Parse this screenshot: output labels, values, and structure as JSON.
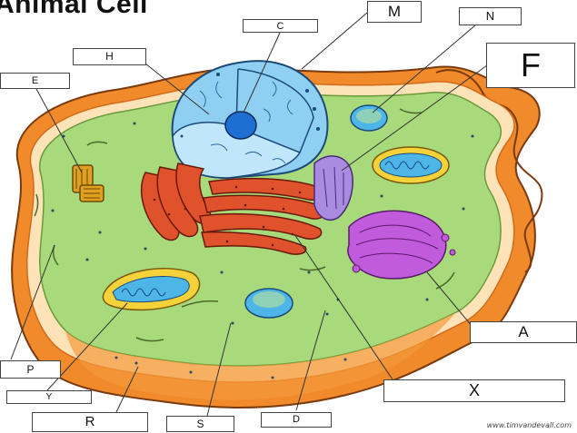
{
  "title": "Animal Cell",
  "labels": {
    "A": "A",
    "C": "C",
    "D": "D",
    "E": "E",
    "F": "F",
    "H": "H",
    "M": "M",
    "N": "N",
    "P": "P",
    "R": "R",
    "S": "S",
    "X": "X",
    "Y": "Y"
  },
  "credit": "www.timvandevall.com",
  "colors": {
    "membrane_outer": "#f08a2a",
    "membrane_inner": "#ffe3b8",
    "cytoplasm": "#a8d97a",
    "nucleus": "#8fd0f2",
    "nucleolus": "#1e6fd1",
    "er_rough": "#e0522b",
    "golgi": "#c05bdb",
    "lysosome_purple": "#a98be0",
    "mitochondria_outer": "#f5d23a",
    "mitochondria_inner": "#4db5e8",
    "centriole": "#e0a020"
  }
}
